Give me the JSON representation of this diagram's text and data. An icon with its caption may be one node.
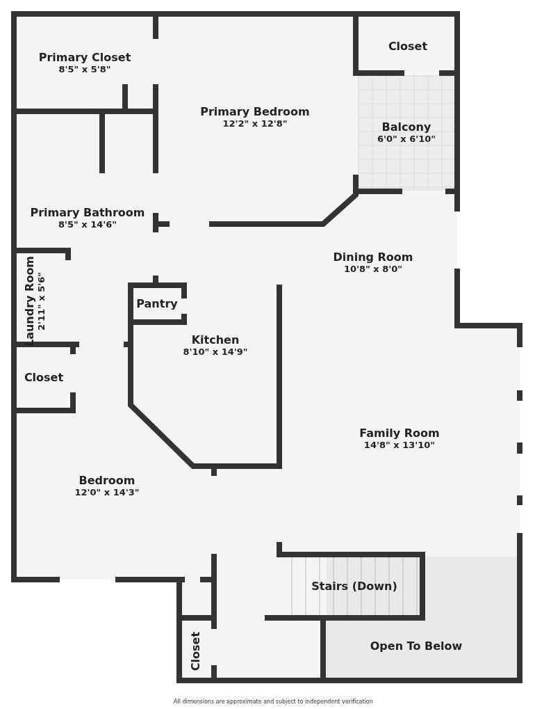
{
  "diagram": {
    "caption": "All dimensions are approximate and subject to independent verification",
    "nodes": [
      {
        "text": [
          "Primary Closet",
          "8'5\" x 5'8\""
        ]
      },
      {
        "text": [
          "Primary Bedroom",
          "12'2\" x 12'8\""
        ]
      },
      {
        "text": [
          "Closet"
        ]
      },
      {
        "text": [
          "Balcony",
          "6'0\" x 6'10\""
        ]
      },
      {
        "text": [
          "Primary Bathroom",
          "8'5\" x 14'6\""
        ]
      },
      {
        "text": [
          "Dining Room",
          "10'8\" x 8'0\""
        ]
      },
      {
        "text": [
          "Laundry Room",
          "2'11\" x 5'6\""
        ]
      },
      {
        "text": [
          "Pantry"
        ]
      },
      {
        "text": [
          "Kitchen",
          "8'10\" x 14'9\""
        ]
      },
      {
        "text": [
          "Closet"
        ]
      },
      {
        "text": [
          "Family Room",
          "14'8\" x 13'10\""
        ]
      },
      {
        "text": [
          "Bedroom",
          "12'0\" x 14'3\""
        ]
      },
      {
        "text": [
          "Stairs (Down)"
        ]
      },
      {
        "text": [
          "Closet"
        ]
      },
      {
        "text": [
          "Open To Below"
        ]
      }
    ],
    "edges": []
  }
}
